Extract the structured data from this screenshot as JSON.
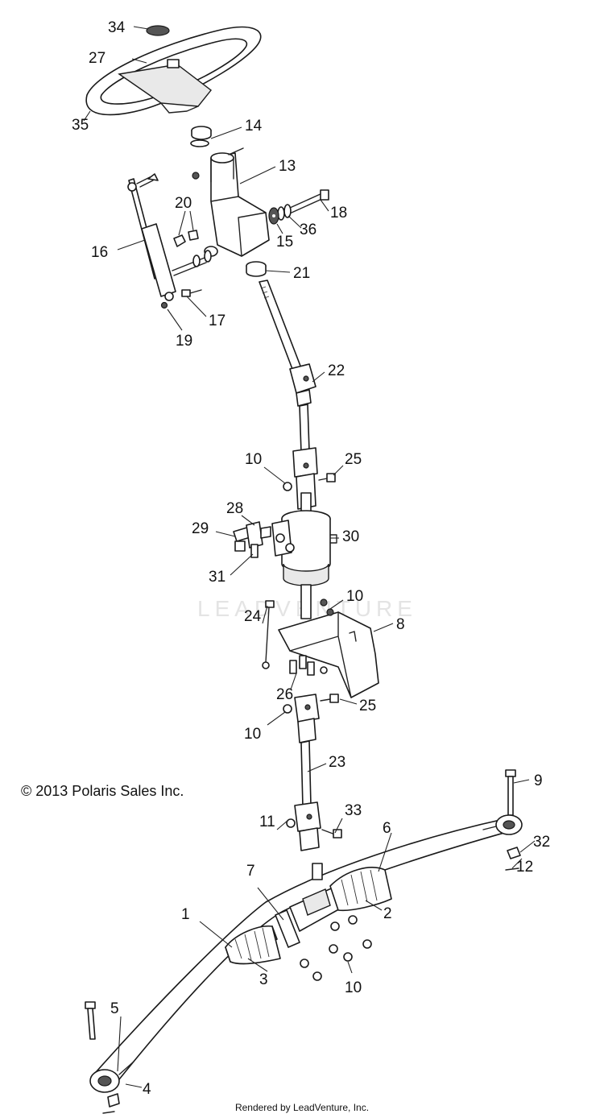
{
  "copyright": "© 2013 Polaris Sales Inc.",
  "footer": "Rendered by LeadVenture, Inc.",
  "watermark": "LEADVENTURE",
  "callouts": [
    "34",
    "27",
    "35",
    "14",
    "13",
    "18",
    "36",
    "15",
    "20",
    "16",
    "21",
    "17",
    "19",
    "22",
    "10",
    "25",
    "28",
    "29",
    "30",
    "31",
    "10",
    "24",
    "8",
    "26",
    "25",
    "10",
    "23",
    "9",
    "33",
    "11",
    "6",
    "32",
    "12",
    "7",
    "2",
    "1",
    "3",
    "10",
    "5",
    "4"
  ]
}
